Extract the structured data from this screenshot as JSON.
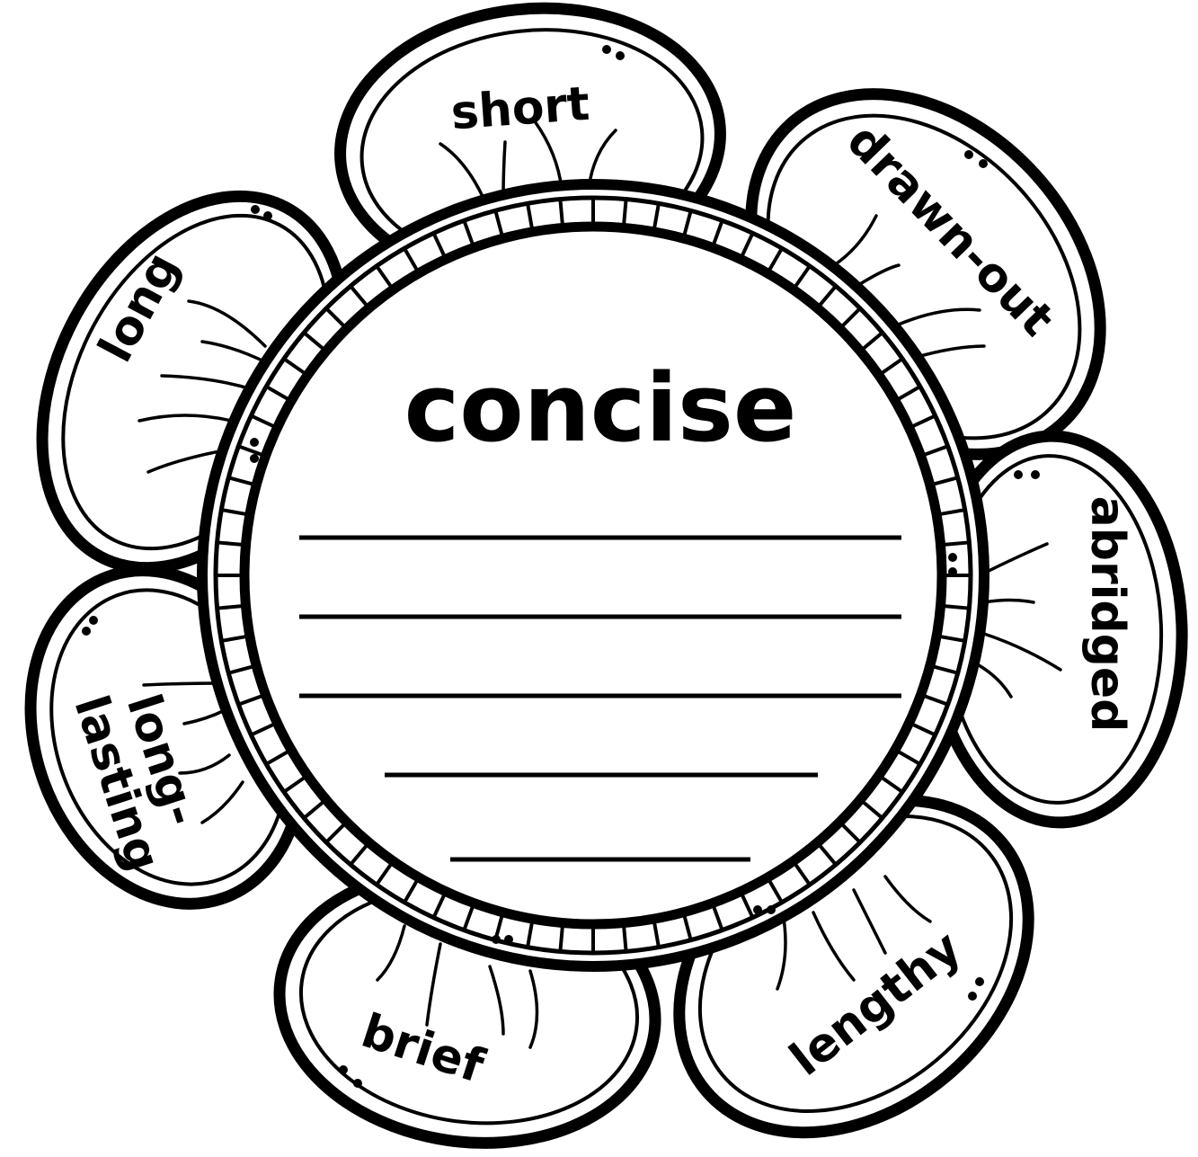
{
  "center": {
    "word": "concise"
  },
  "petals": [
    {
      "id": "short",
      "text": "short",
      "lines": [
        "short"
      ]
    },
    {
      "id": "drawn-out",
      "text": "drawn-out",
      "lines": [
        "drawn-out"
      ]
    },
    {
      "id": "abridged",
      "text": "abridged",
      "lines": [
        "abridged"
      ]
    },
    {
      "id": "lengthy",
      "text": "lengthy",
      "lines": [
        "lengthy"
      ]
    },
    {
      "id": "brief",
      "text": "brief",
      "lines": [
        "brief"
      ]
    },
    {
      "id": "long-lasting",
      "text": "long-lasting",
      "lines": [
        "long-",
        "lasting"
      ]
    },
    {
      "id": "long",
      "text": "long",
      "lines": [
        "long"
      ]
    }
  ],
  "answer_lines": {
    "count": 5
  }
}
